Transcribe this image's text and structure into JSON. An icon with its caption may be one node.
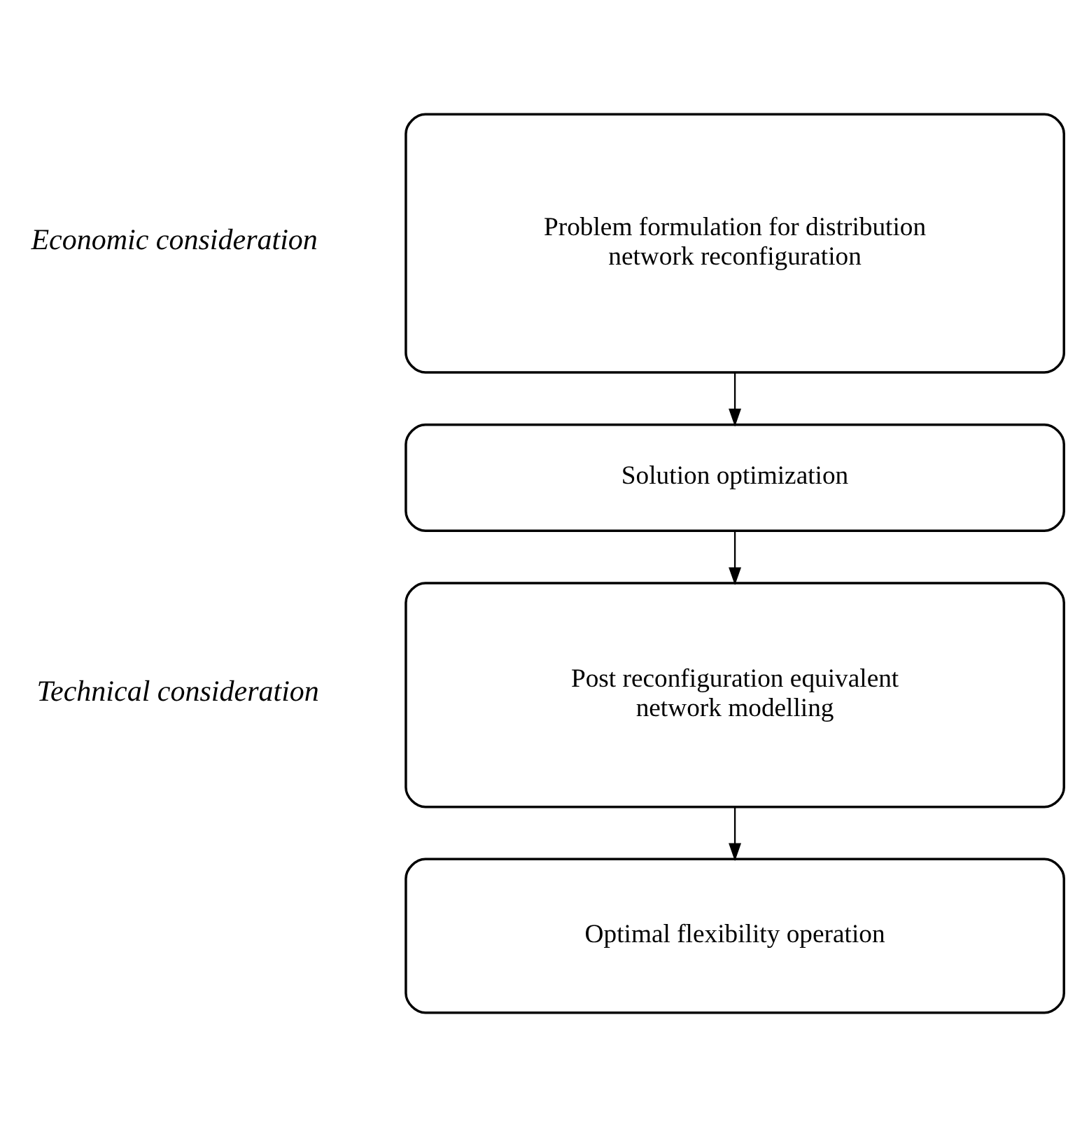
{
  "diagram": {
    "nodes": [
      {
        "text": [
          "Problem formulation for distribution network reconfiguration"
        ]
      },
      {
        "text": [
          "Solution optimization"
        ]
      },
      {
        "text": [
          "Post reconfiguration equivalent network modelling"
        ]
      },
      {
        "text": [
          "Optimal flexibility operation"
        ]
      }
    ],
    "edges": [
      {
        "from": 0,
        "to": 1,
        "arrow": "to"
      },
      {
        "from": 1,
        "to": 2,
        "arrow": "to"
      },
      {
        "from": 2,
        "to": 3,
        "arrow": "to"
      }
    ],
    "labels": [
      "Economic consideration",
      "Technical consideration"
    ]
  }
}
